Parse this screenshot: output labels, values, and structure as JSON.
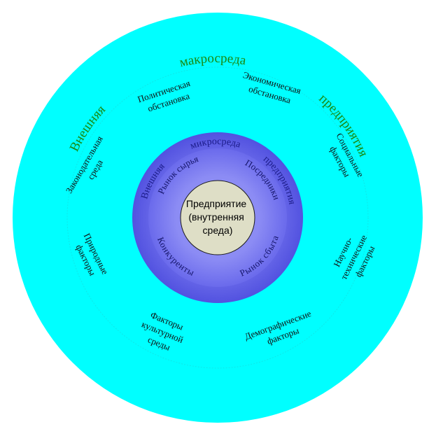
{
  "colors": {
    "background": "#ffffff",
    "macro_ring": "#00ffff",
    "macro_ring_edge": "#0fe2e2",
    "micro_outer": "#5a5ae6",
    "micro_inner": "#7f7ff2",
    "core_fill": "#dedec6",
    "core_stroke": "#1a1a1a",
    "macro_title_text": "#1a8a10",
    "micro_title_text": "#1c1c8a"
  },
  "macro": {
    "title_words": [
      "Внешняя",
      "макросреда",
      "предприятия"
    ],
    "factors": [
      {
        "lines": [
          "Политическая",
          "обстановка"
        ]
      },
      {
        "lines": [
          "Экономическая",
          "обстановка"
        ]
      },
      {
        "lines": [
          "Законодательная",
          "среда"
        ]
      },
      {
        "lines": [
          "Социальные",
          "факторы"
        ]
      },
      {
        "lines": [
          "Природные",
          "факторы"
        ]
      },
      {
        "lines": [
          "Научно-",
          "технические",
          "факторы"
        ]
      },
      {
        "lines": [
          "Факторы",
          "культурной",
          "среды"
        ]
      },
      {
        "lines": [
          "Демографические",
          "факторы"
        ]
      }
    ]
  },
  "micro": {
    "title_words": [
      "Внешняя",
      "микросреда",
      "предприятия"
    ],
    "items": [
      "Рынок сырья",
      "Посредники",
      "Конкуренты",
      "Рынок сбыта"
    ]
  },
  "core": {
    "lines": [
      "Предприятие",
      "(внутренняя",
      "среда)"
    ]
  }
}
